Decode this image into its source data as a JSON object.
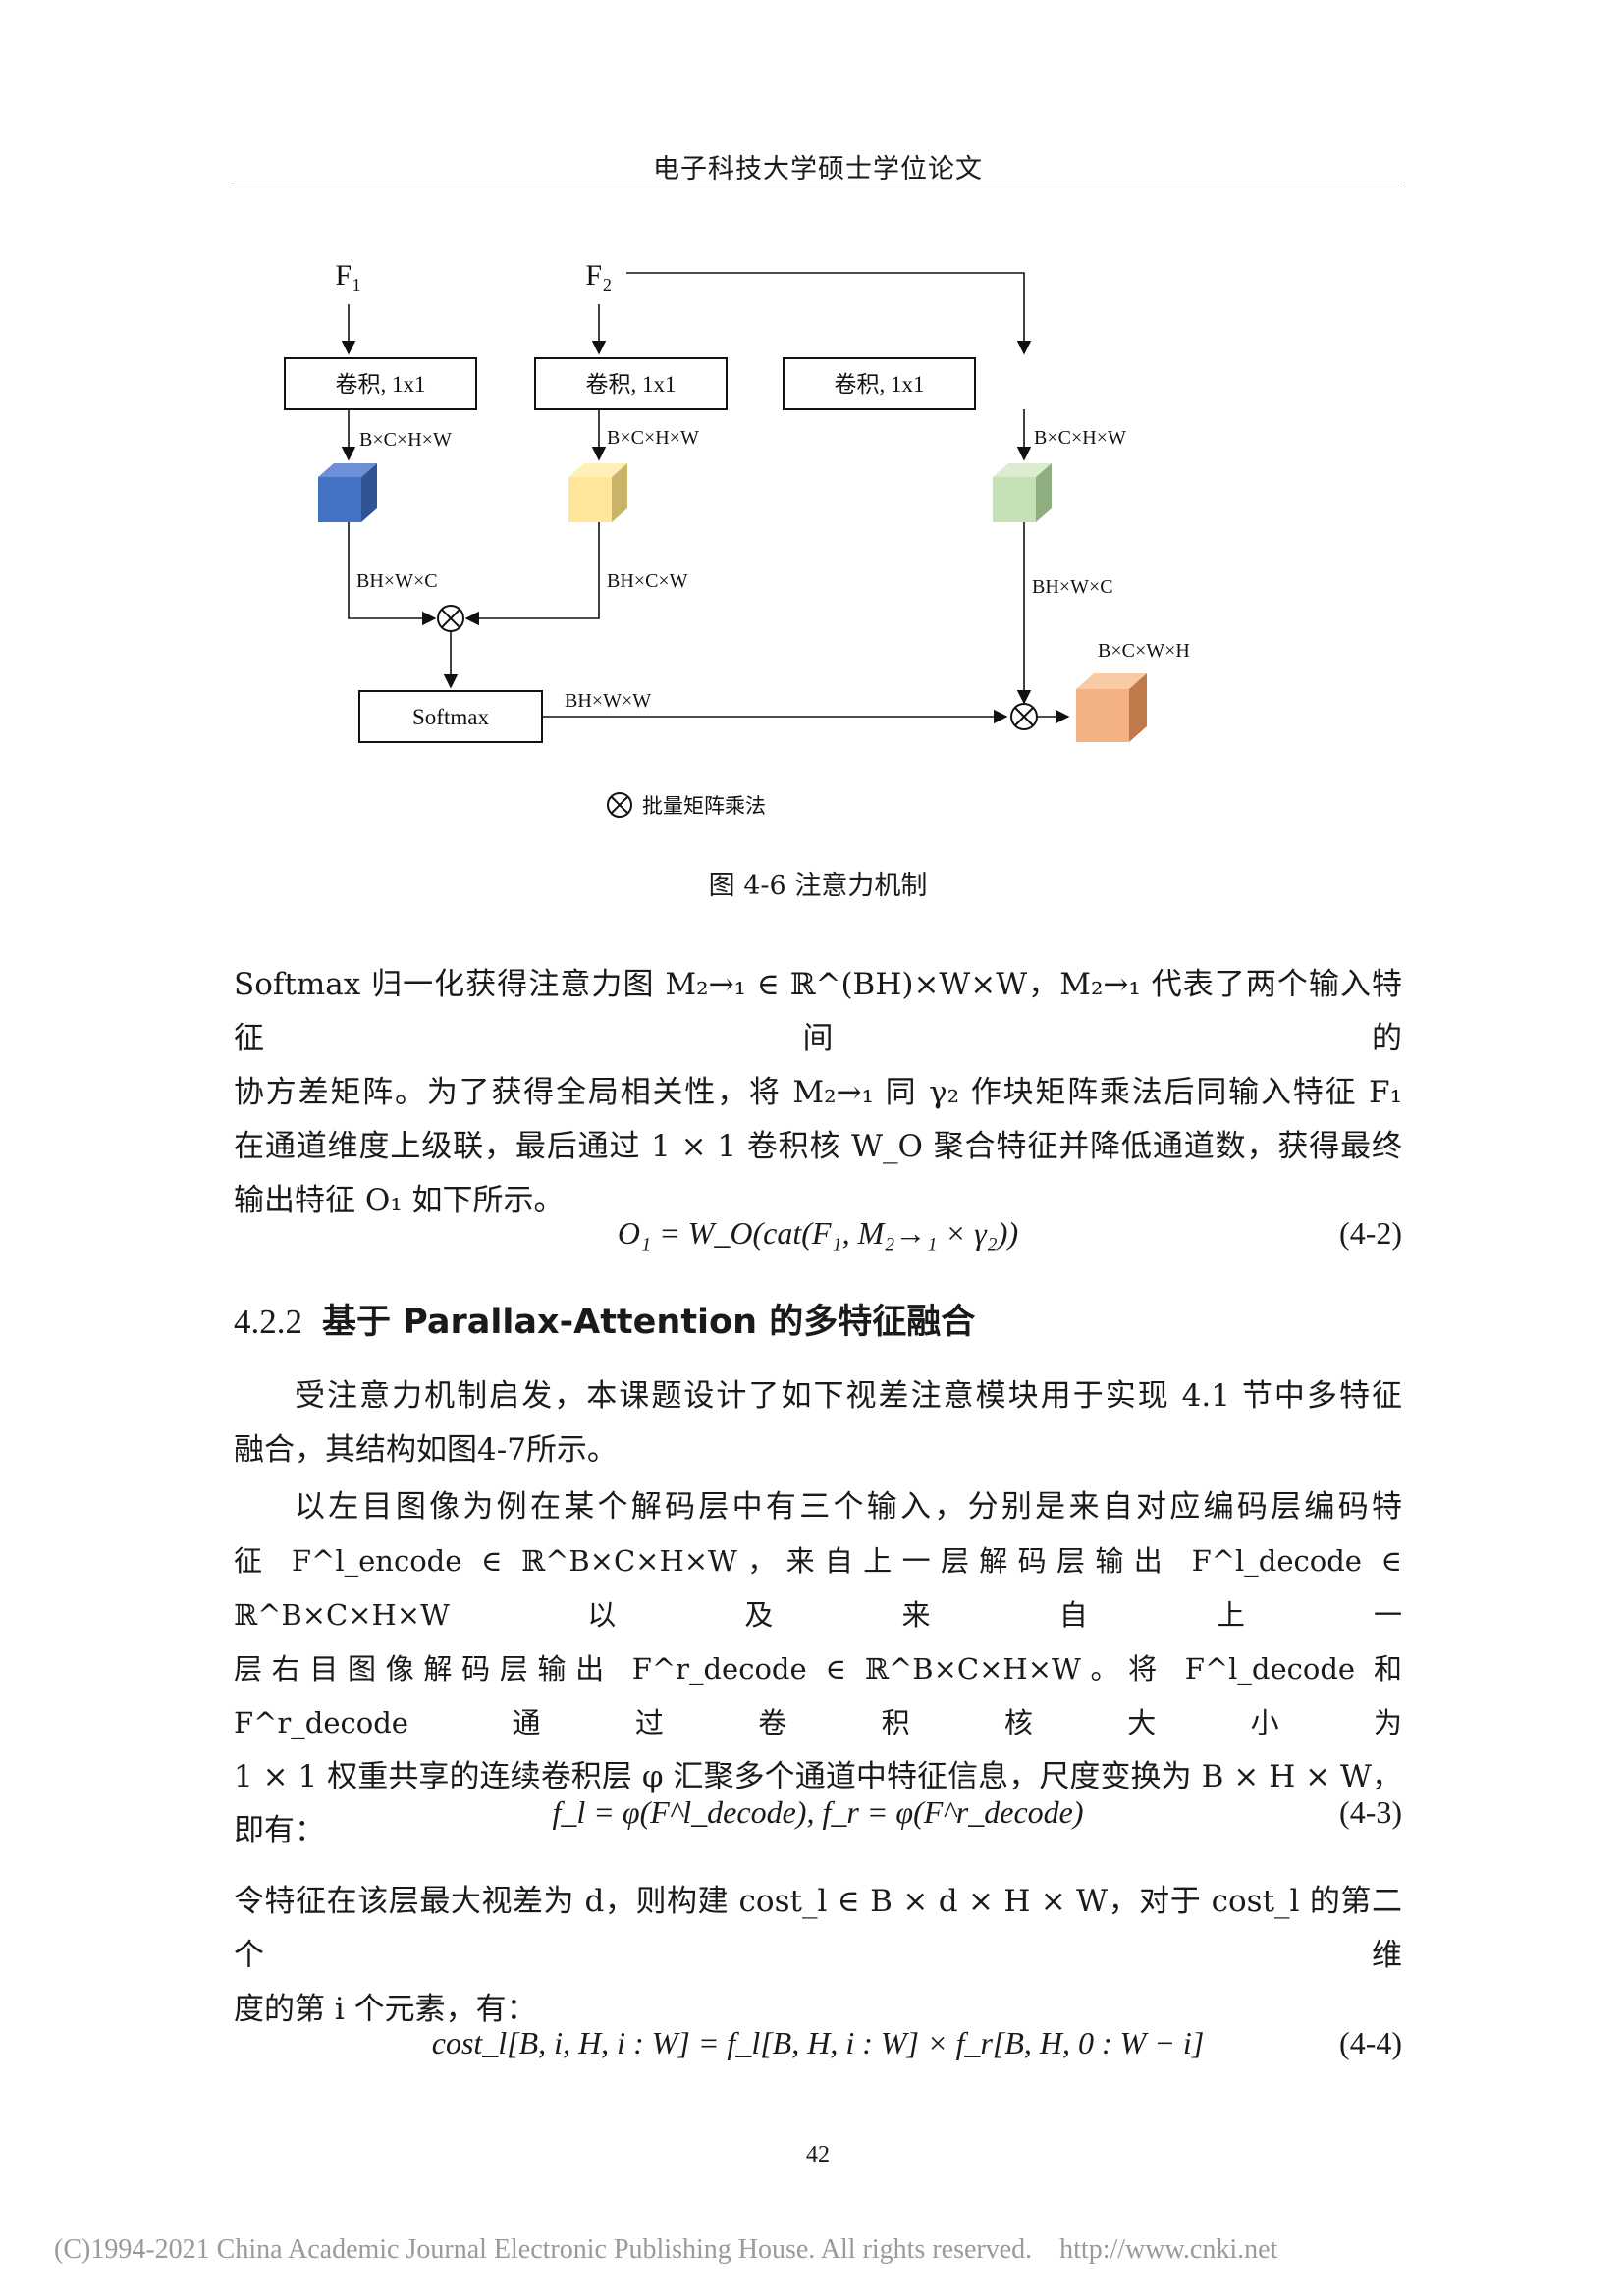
{
  "header": {
    "title": "电子科技大学硕士学位论文"
  },
  "figure": {
    "inputs": {
      "f1": "F₁",
      "f2": "F₂"
    },
    "conv_label": "卷积, 1x1",
    "shape_labels": {
      "conv1_out": "B×C×H×W",
      "conv2_out": "B×C×H×W",
      "conv3_out": "B×C×H×W",
      "reshape1": "BH×W×C",
      "reshape2": "BH×C×W",
      "reshape3": "BH×W×C",
      "softmax_out": "BH×W×W",
      "output": "B×C×W×H"
    },
    "softmax_label": "Softmax",
    "legend_label": "批量矩阵乘法",
    "caption": "图 4-6 注意力机制",
    "colors": {
      "blue_cube": "#4472c4",
      "yellow_cube": "#ffe699",
      "green_cube": "#c5e0b4",
      "orange_cube": "#f4b183"
    }
  },
  "para1": {
    "line1": "Softmax 归一化获得注意力图 M₂→₁ ∈ ℝ^(BH)×W×W，M₂→₁ 代表了两个输入特征间的",
    "line2": "协方差矩阵。为了获得全局相关性，将 M₂→₁ 同 γ₂ 作块矩阵乘法后同输入特征 F₁",
    "line3": "在通道维度上级联，最后通过 1 × 1 卷积核 W_O 聚合特征并降低通道数，获得最终",
    "line4": "输出特征 O₁ 如下所示。"
  },
  "eq2": {
    "body": "O₁ = W_O(cat(F₁, M₂→₁ × γ₂))",
    "number": "(4-2)"
  },
  "section": {
    "number": "4.2.2",
    "title": "基于 Parallax-Attention 的多特征融合"
  },
  "para2": {
    "line1": "受注意力机制启发，本课题设计了如下视差注意模块用于实现 4.1 节中多特征",
    "line2": "融合，其结构如图4-7所示。"
  },
  "para3": {
    "line1": "以左目图像为例在某个解码层中有三个输入，分别是来自对应编码层编码特",
    "line2": "征 F^l_encode ∈ ℝ^B×C×H×W，来自上一层解码层输出 F^l_decode ∈ ℝ^B×C×H×W 以及来自上一",
    "line3": "层右目图像解码层输出 F^r_decode ∈ ℝ^B×C×H×W。将 F^l_decode 和 F^r_decode 通过卷积核大小为",
    "line4": "1 × 1 权重共享的连续卷积层 φ 汇聚多个通道中特征信息，尺度变换为 B × H × W，",
    "line5": "即有："
  },
  "eq3": {
    "body": "f_l = φ(F^l_decode), f_r = φ(F^r_decode)",
    "number": "(4-3)"
  },
  "para4": {
    "line1": "令特征在该层最大视差为 d，则构建 cost_l ∈ B × d × H × W，对于 cost_l 的第二个维",
    "line2": "度的第 i 个元素，有："
  },
  "eq4": {
    "body": "cost_l[B, i, H, i : W] = f_l[B, H, i : W] × f_r[B, H, 0 : W − i]",
    "number": "(4-4)"
  },
  "page_number": "42",
  "footer": {
    "copyright": "(C)1994-2021 China Academic Journal Electronic Publishing House. All rights reserved.",
    "url": "http://www.cnki.net"
  }
}
